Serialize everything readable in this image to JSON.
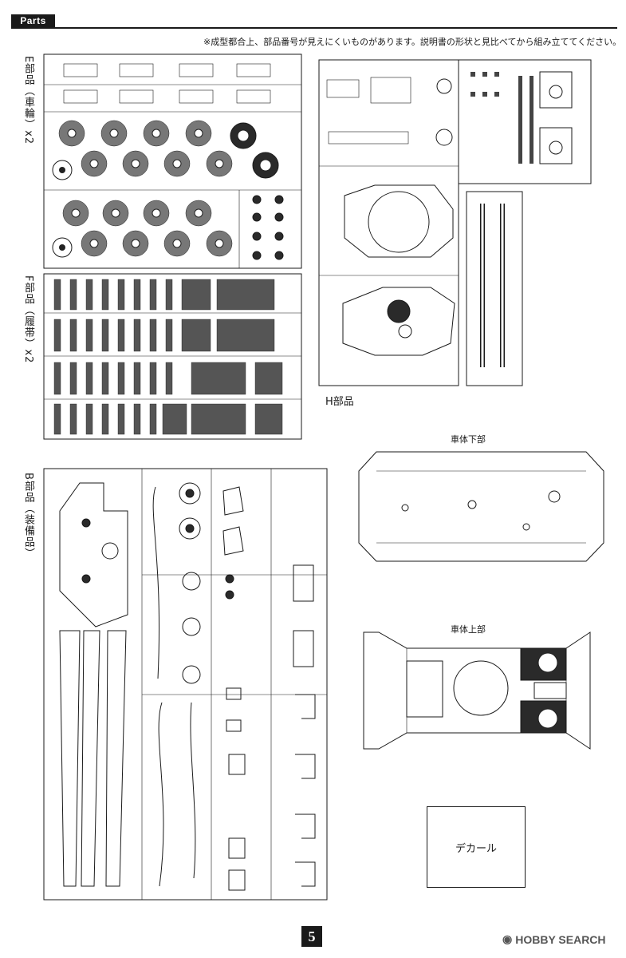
{
  "header": {
    "tab_label": "Parts",
    "note": "※成型都合上、部品番号が見えにくいものがあります。説明書の形状と見比べてから組み立ててください。"
  },
  "sprues": {
    "e_label": "E部品（車輪）x2",
    "f_label": "F部品（履帯）x2",
    "b_label": "B部品（装備品）",
    "h_label": "H部品"
  },
  "hulls": {
    "lower_label": "車体下部",
    "upper_label": "車体上部"
  },
  "decal": {
    "label": "デカール"
  },
  "footer": {
    "page_number": "5",
    "watermark_brand": "HOBBY SEARCH"
  }
}
